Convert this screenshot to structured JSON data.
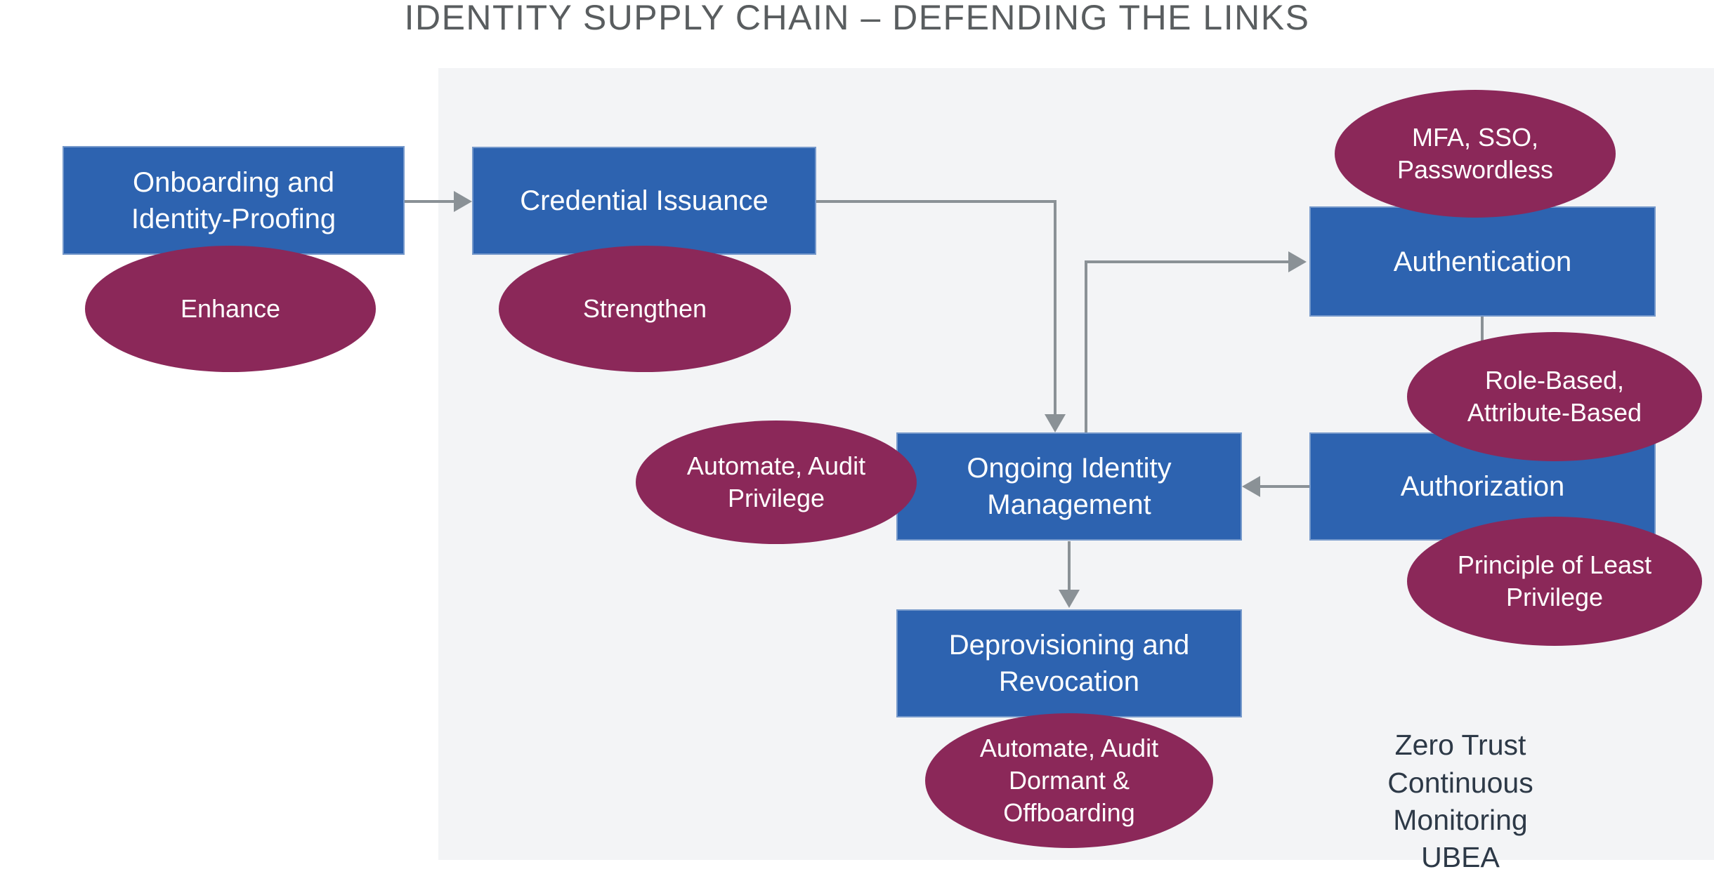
{
  "title": "IDENTITY SUPPLY CHAIN – DEFENDING THE LINKS",
  "colors": {
    "box_blue": "#2d63b0",
    "ellipse_maroon": "#8b2859",
    "panel_gray": "#f3f4f6",
    "arrow_gray": "#8a9196",
    "title_gray": "#595d5f",
    "note_dark": "#2d3947",
    "text_white": "#ffffff"
  },
  "nodes": {
    "onboarding": {
      "label": "Onboarding and\nIdentity-Proofing"
    },
    "credential": {
      "label": "Credential Issuance"
    },
    "authentication": {
      "label": "Authentication"
    },
    "ongoing": {
      "label": "Ongoing Identity\nManagement"
    },
    "authorization": {
      "label": "Authorization"
    },
    "deprovisioning": {
      "label": "Deprovisioning and\nRevocation"
    }
  },
  "badges": {
    "enhance": {
      "label": "Enhance"
    },
    "strengthen": {
      "label": "Strengthen"
    },
    "mfa": {
      "label": "MFA, SSO,\nPasswordless"
    },
    "role_based": {
      "label": "Role-Based,\nAttribute-Based"
    },
    "automate_audit_privilege": {
      "label": "Automate, Audit\nPrivilege"
    },
    "least_privilege": {
      "label": "Principle of Least\nPrivilege"
    },
    "automate_audit_offboarding": {
      "label": "Automate, Audit\nDormant &\nOffboarding"
    }
  },
  "note": {
    "label": "Zero Trust\nContinuous\nMonitoring\nUBEA"
  }
}
